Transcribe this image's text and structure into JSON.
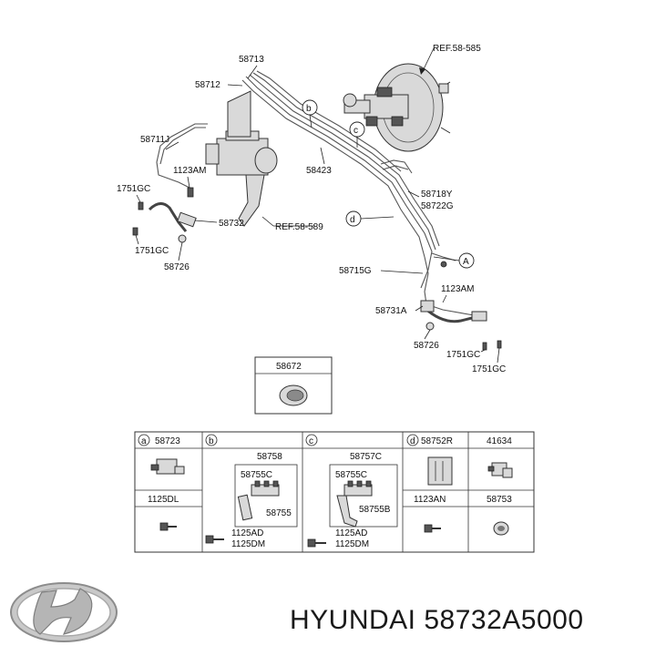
{
  "diagram": {
    "ref_labels": {
      "ref1": "REF.58-585",
      "ref2": "REF.58-589"
    },
    "callouts": {
      "c58713": "58713",
      "c58712": "58712",
      "c58711j": "58711J",
      "c1123am_top": "1123AM",
      "c1751gc_top": "1751GC",
      "c58732": "58732",
      "c1751gc_mid": "1751GC",
      "c58726_left": "58726",
      "c58423": "58423",
      "c58718y": "58718Y",
      "c58722g": "58722G",
      "c58715g": "58715G",
      "c1123am_right": "1123AM",
      "c58731a": "58731A",
      "c58726_right": "58726",
      "c1751gc_right1": "1751GC",
      "c1751gc_right2": "1751GC"
    },
    "circle_markers": {
      "b": "b",
      "c": "c",
      "d": "d",
      "a": "A"
    },
    "grommet_box_label": "58672"
  },
  "parts_table": {
    "col_a": {
      "letter": "a",
      "head": "58723",
      "sub": "1125DL"
    },
    "col_b": {
      "letter": "b",
      "head": "58758",
      "inner1": "58755C",
      "inner2": "58755",
      "bolt1": "1125AD",
      "bolt2": "1125DM"
    },
    "col_c": {
      "letter": "c",
      "head": "58757C",
      "inner1": "58755C",
      "inner2": "58755B",
      "bolt1": "1125AD",
      "bolt2": "1125DM"
    },
    "col_d": {
      "letter": "d",
      "head": "58752R",
      "sub": "1123AN"
    },
    "col_e": {
      "head": "41634",
      "sub": "58753"
    }
  },
  "brand": {
    "logo_name": "hyundai-logo",
    "caption": "HYUNDAI 58732A5000"
  }
}
